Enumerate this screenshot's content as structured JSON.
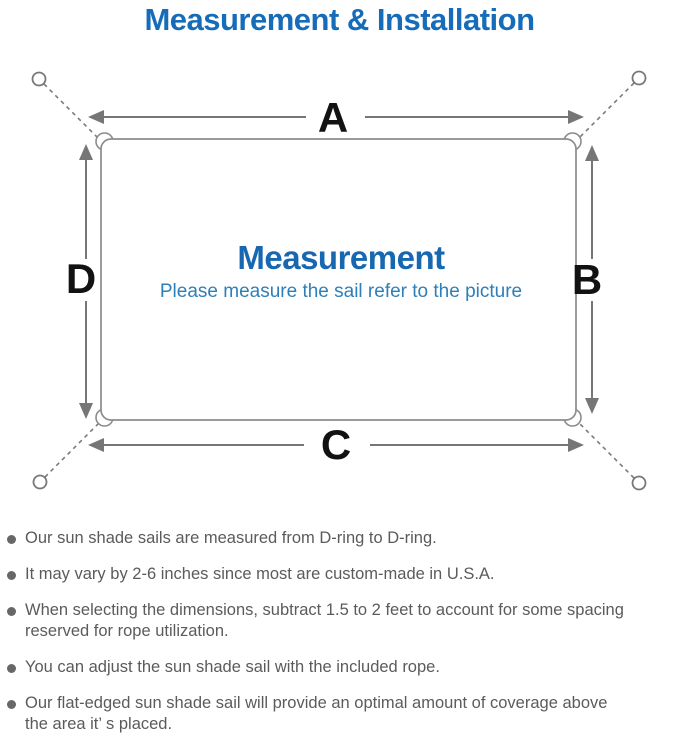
{
  "window": {
    "background": "#ffffff"
  },
  "header": {
    "title": "Measurement & Installation",
    "title_color": "#166cb9"
  },
  "diagram": {
    "side_labels": {
      "top": "A",
      "right": "B",
      "bottom": "C",
      "left": "D"
    },
    "center": {
      "title": "Measurement",
      "subtitle": "Please measure the sail refer to the picture",
      "title_color": "#1768b0",
      "subtitle_color": "#2e7fb9"
    },
    "colors": {
      "sail_outline": "#8c8c8c",
      "arrow": "#757677",
      "dashed_rope": "#7b7b7b",
      "anchor_ring": "#787878",
      "side_label": "#121212"
    }
  },
  "notes": {
    "bullet_icon": "dot-icon",
    "bullet_color": "#666769",
    "text_color": "#5a5b5d",
    "items": [
      {
        "text": "Our sun shade sails are measured from D-ring to D-ring."
      },
      {
        "text": "It may vary by 2-6 inches since most are custom-made in U.S.A."
      },
      {
        "text": "When selecting the dimensions, subtract 1.5 to 2 feet to account for some spacing",
        "text2": "reserved for rope utilization."
      },
      {
        "text": "You can adjust the sun shade sail with the included rope."
      },
      {
        "text": "Our flat-edged sun shade sail will provide an optimal amount of coverage above",
        "text2": "the area it’ s placed."
      }
    ]
  }
}
